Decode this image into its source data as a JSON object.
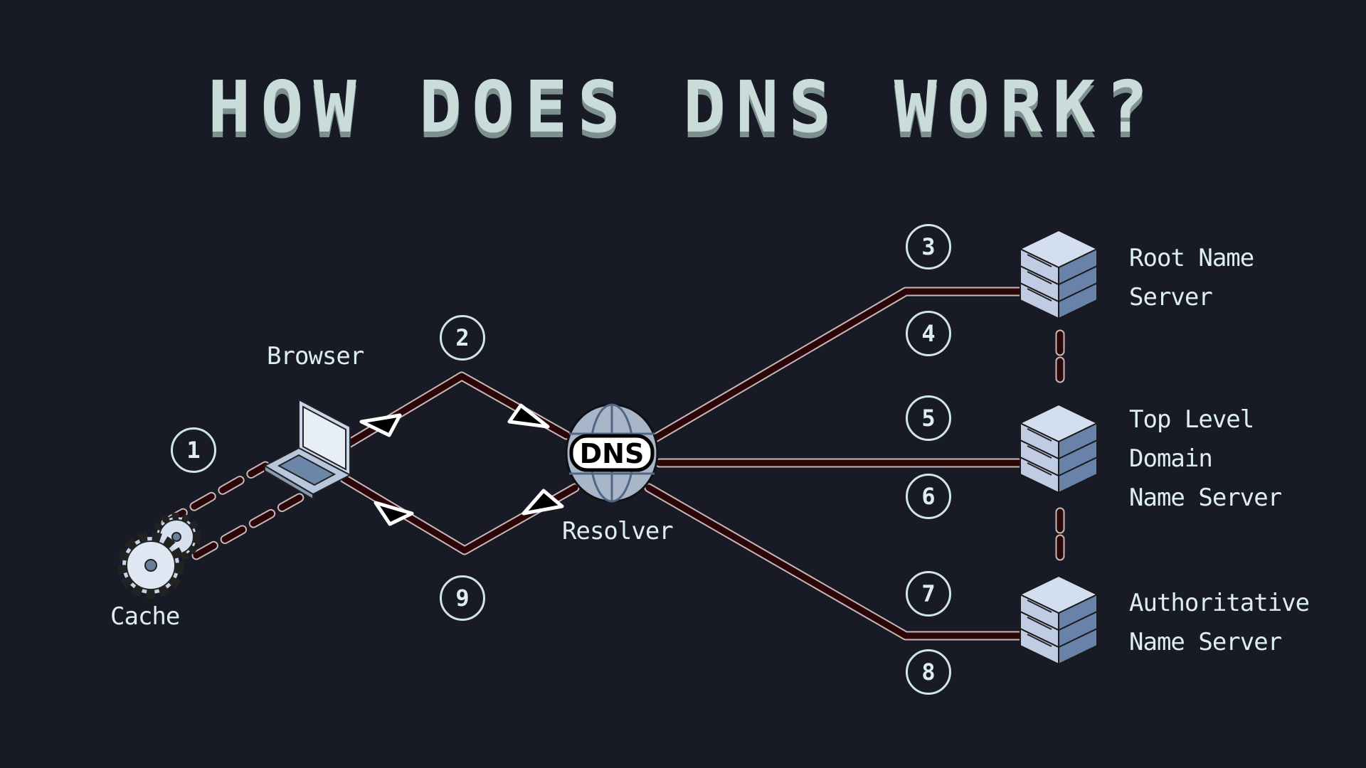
{
  "title": "HOW DOES DNS WORK?",
  "nodes": {
    "browser": "Browser",
    "cache": "Cache",
    "resolver": "Resolver",
    "dns_badge": "DNS",
    "root": [
      "Root Name",
      "Server"
    ],
    "tld": [
      "Top Level",
      "Domain",
      "Name Server"
    ],
    "auth": [
      "Authoritative",
      "Name Server"
    ]
  },
  "steps": [
    "1",
    "2",
    "3",
    "4",
    "5",
    "6",
    "7",
    "8",
    "9"
  ],
  "colors": {
    "background": "#181b25",
    "line": "#2a0608",
    "text": "#dcefee"
  }
}
